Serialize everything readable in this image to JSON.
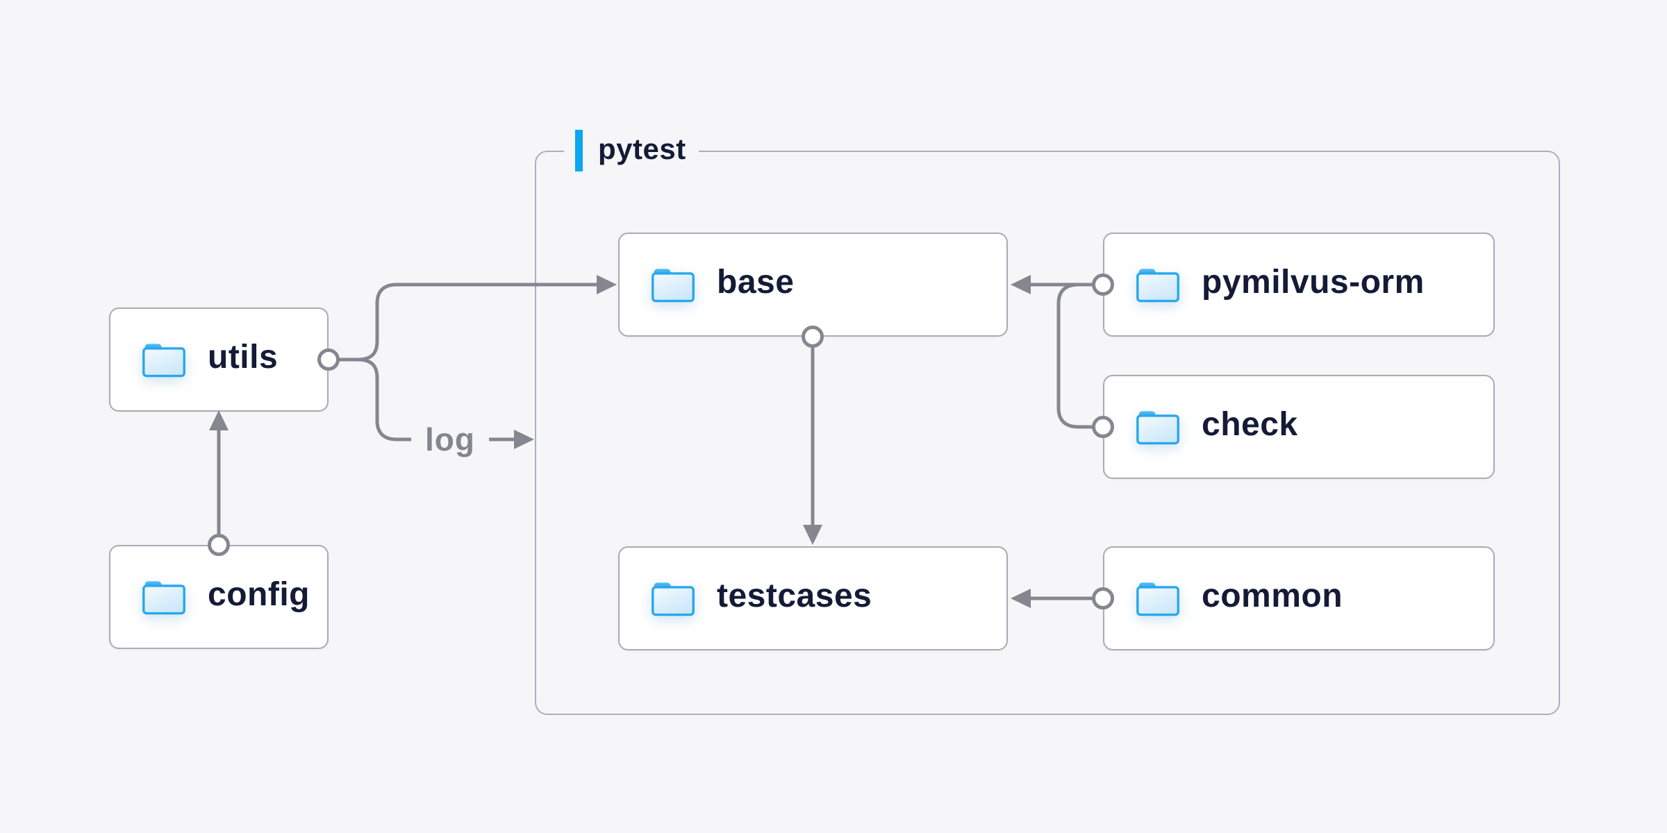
{
  "diagram": {
    "background": "#f6f6f8",
    "group": {
      "label": "pytest",
      "accent_color": "#0ba7f1",
      "border_color": "#adaeb9"
    },
    "nodes": {
      "utils": {
        "label": "utils",
        "icon": "folder-icon"
      },
      "config": {
        "label": "config",
        "icon": "folder-icon"
      },
      "base": {
        "label": "base",
        "icon": "folder-icon"
      },
      "pymilvus_orm": {
        "label": "pymilvus-orm",
        "icon": "folder-icon"
      },
      "check": {
        "label": "check",
        "icon": "folder-icon"
      },
      "testcases": {
        "label": "testcases",
        "icon": "folder-icon"
      },
      "common": {
        "label": "common",
        "icon": "folder-icon"
      }
    },
    "edges": {
      "log_label": "log",
      "list": [
        {
          "from": "config",
          "to": "utils",
          "label": ""
        },
        {
          "from": "utils",
          "to": "base",
          "label": ""
        },
        {
          "from": "utils",
          "to": "pytest",
          "label": "log"
        },
        {
          "from": "pymilvus-orm",
          "to": "base",
          "label": ""
        },
        {
          "from": "check",
          "to": "base",
          "label": ""
        },
        {
          "from": "base",
          "to": "testcases",
          "label": ""
        },
        {
          "from": "common",
          "to": "testcases",
          "label": ""
        }
      ]
    },
    "colors": {
      "node_background": "#ffffff",
      "node_border": "#a9abb5",
      "node_text": "#131b36",
      "line": "#85868f",
      "edge_label_text": "#84858f",
      "folder_stroke": "#28a7ee",
      "folder_fill_light": "#f2f9fe",
      "folder_fill_dark": "#cde8fa",
      "folder_tab": "#2aa9ef"
    }
  }
}
